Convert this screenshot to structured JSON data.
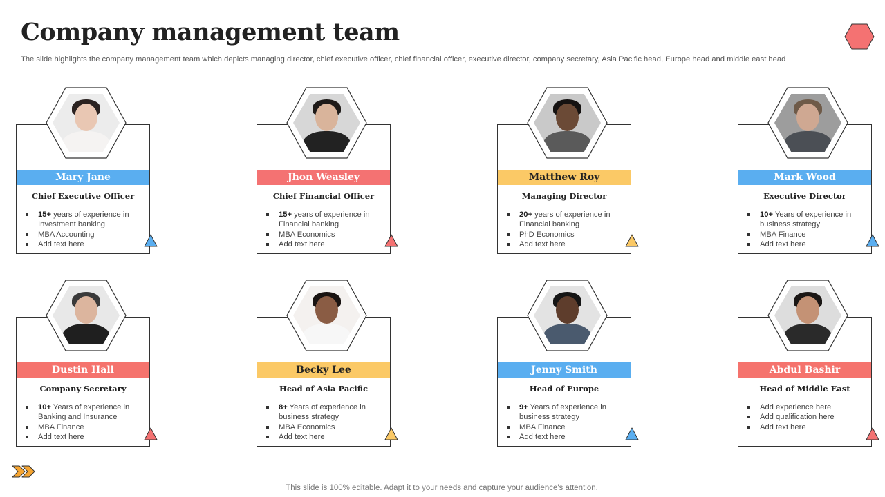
{
  "header": {
    "title": "Company management team",
    "subtitle": "The slide highlights the company management team which depicts managing director, chief executive officer, chief financial officer, executive director, company secretary, Asia Pacific head, Europe head and middle east head"
  },
  "colors": {
    "blue": "#5aaef0",
    "red": "#f47272",
    "yellow": "#fbc966",
    "coral": "#f5736d",
    "orange": "#f6a531"
  },
  "team": [
    {
      "name": "Mary Jane",
      "role": "Chief Executive Officer",
      "accent": "blue",
      "bullets": [
        {
          "strong": "15+",
          "text": " years of experience in Investment banking"
        },
        {
          "strong": "",
          "text": "MBA Accounting"
        },
        {
          "strong": "",
          "text": "Add text here"
        }
      ]
    },
    {
      "name": "Jhon Weasley",
      "role": "Chief Financial Officer",
      "accent": "red",
      "bullets": [
        {
          "strong": "15+",
          "text": " years of experience in Financial banking"
        },
        {
          "strong": "",
          "text": "MBA Economics"
        },
        {
          "strong": "",
          "text": "Add text here"
        }
      ]
    },
    {
      "name": "Matthew Roy",
      "role": "Managing Director",
      "accent": "yellow",
      "bullets": [
        {
          "strong": "20+",
          "text": " years of experience in Financial banking"
        },
        {
          "strong": "",
          "text": "PhD Economics"
        },
        {
          "strong": "",
          "text": "Add text here"
        }
      ]
    },
    {
      "name": "Mark Wood",
      "role": "Executive Director",
      "accent": "blue",
      "bullets": [
        {
          "strong": "10+",
          "text": " Years of experience in business strategy"
        },
        {
          "strong": "",
          "text": "MBA Finance"
        },
        {
          "strong": "",
          "text": "Add text here"
        }
      ]
    },
    {
      "name": "Dustin Hall",
      "role": "Company Secretary",
      "accent": "red",
      "bullets": [
        {
          "strong": "10+",
          "text": " Years of experience in Banking and Insurance"
        },
        {
          "strong": "",
          "text": "MBA Finance"
        },
        {
          "strong": "",
          "text": "Add text here"
        }
      ]
    },
    {
      "name": "Becky Lee",
      "role": "Head of Asia Pacific",
      "accent": "yellow",
      "bullets": [
        {
          "strong": "8+",
          "text": " Years of experience in business strategy"
        },
        {
          "strong": "",
          "text": "MBA Economics"
        },
        {
          "strong": "",
          "text": "Add text here"
        }
      ]
    },
    {
      "name": "Jenny Smith",
      "role": "Head of Europe",
      "accent": "blue",
      "bullets": [
        {
          "strong": "9+",
          "text": " Years of experience in business strategy"
        },
        {
          "strong": "",
          "text": "MBA Finance"
        },
        {
          "strong": "",
          "text": "Add text here"
        }
      ]
    },
    {
      "name": "Abdul Bashir",
      "role": "Head of Middle East",
      "accent": "red",
      "bullets": [
        {
          "strong": "",
          "text": "Add experience here"
        },
        {
          "strong": "",
          "text": "Add qualification here"
        },
        {
          "strong": "",
          "text": "Add text here"
        }
      ]
    }
  ],
  "icons": {
    "corner": "hexagon-icon",
    "navigation": "double-chevron-right-icon",
    "card_marker": "triangle-icon"
  },
  "footer": {
    "text": "This slide is 100% editable. Adapt it to your needs and capture your audience's attention."
  }
}
